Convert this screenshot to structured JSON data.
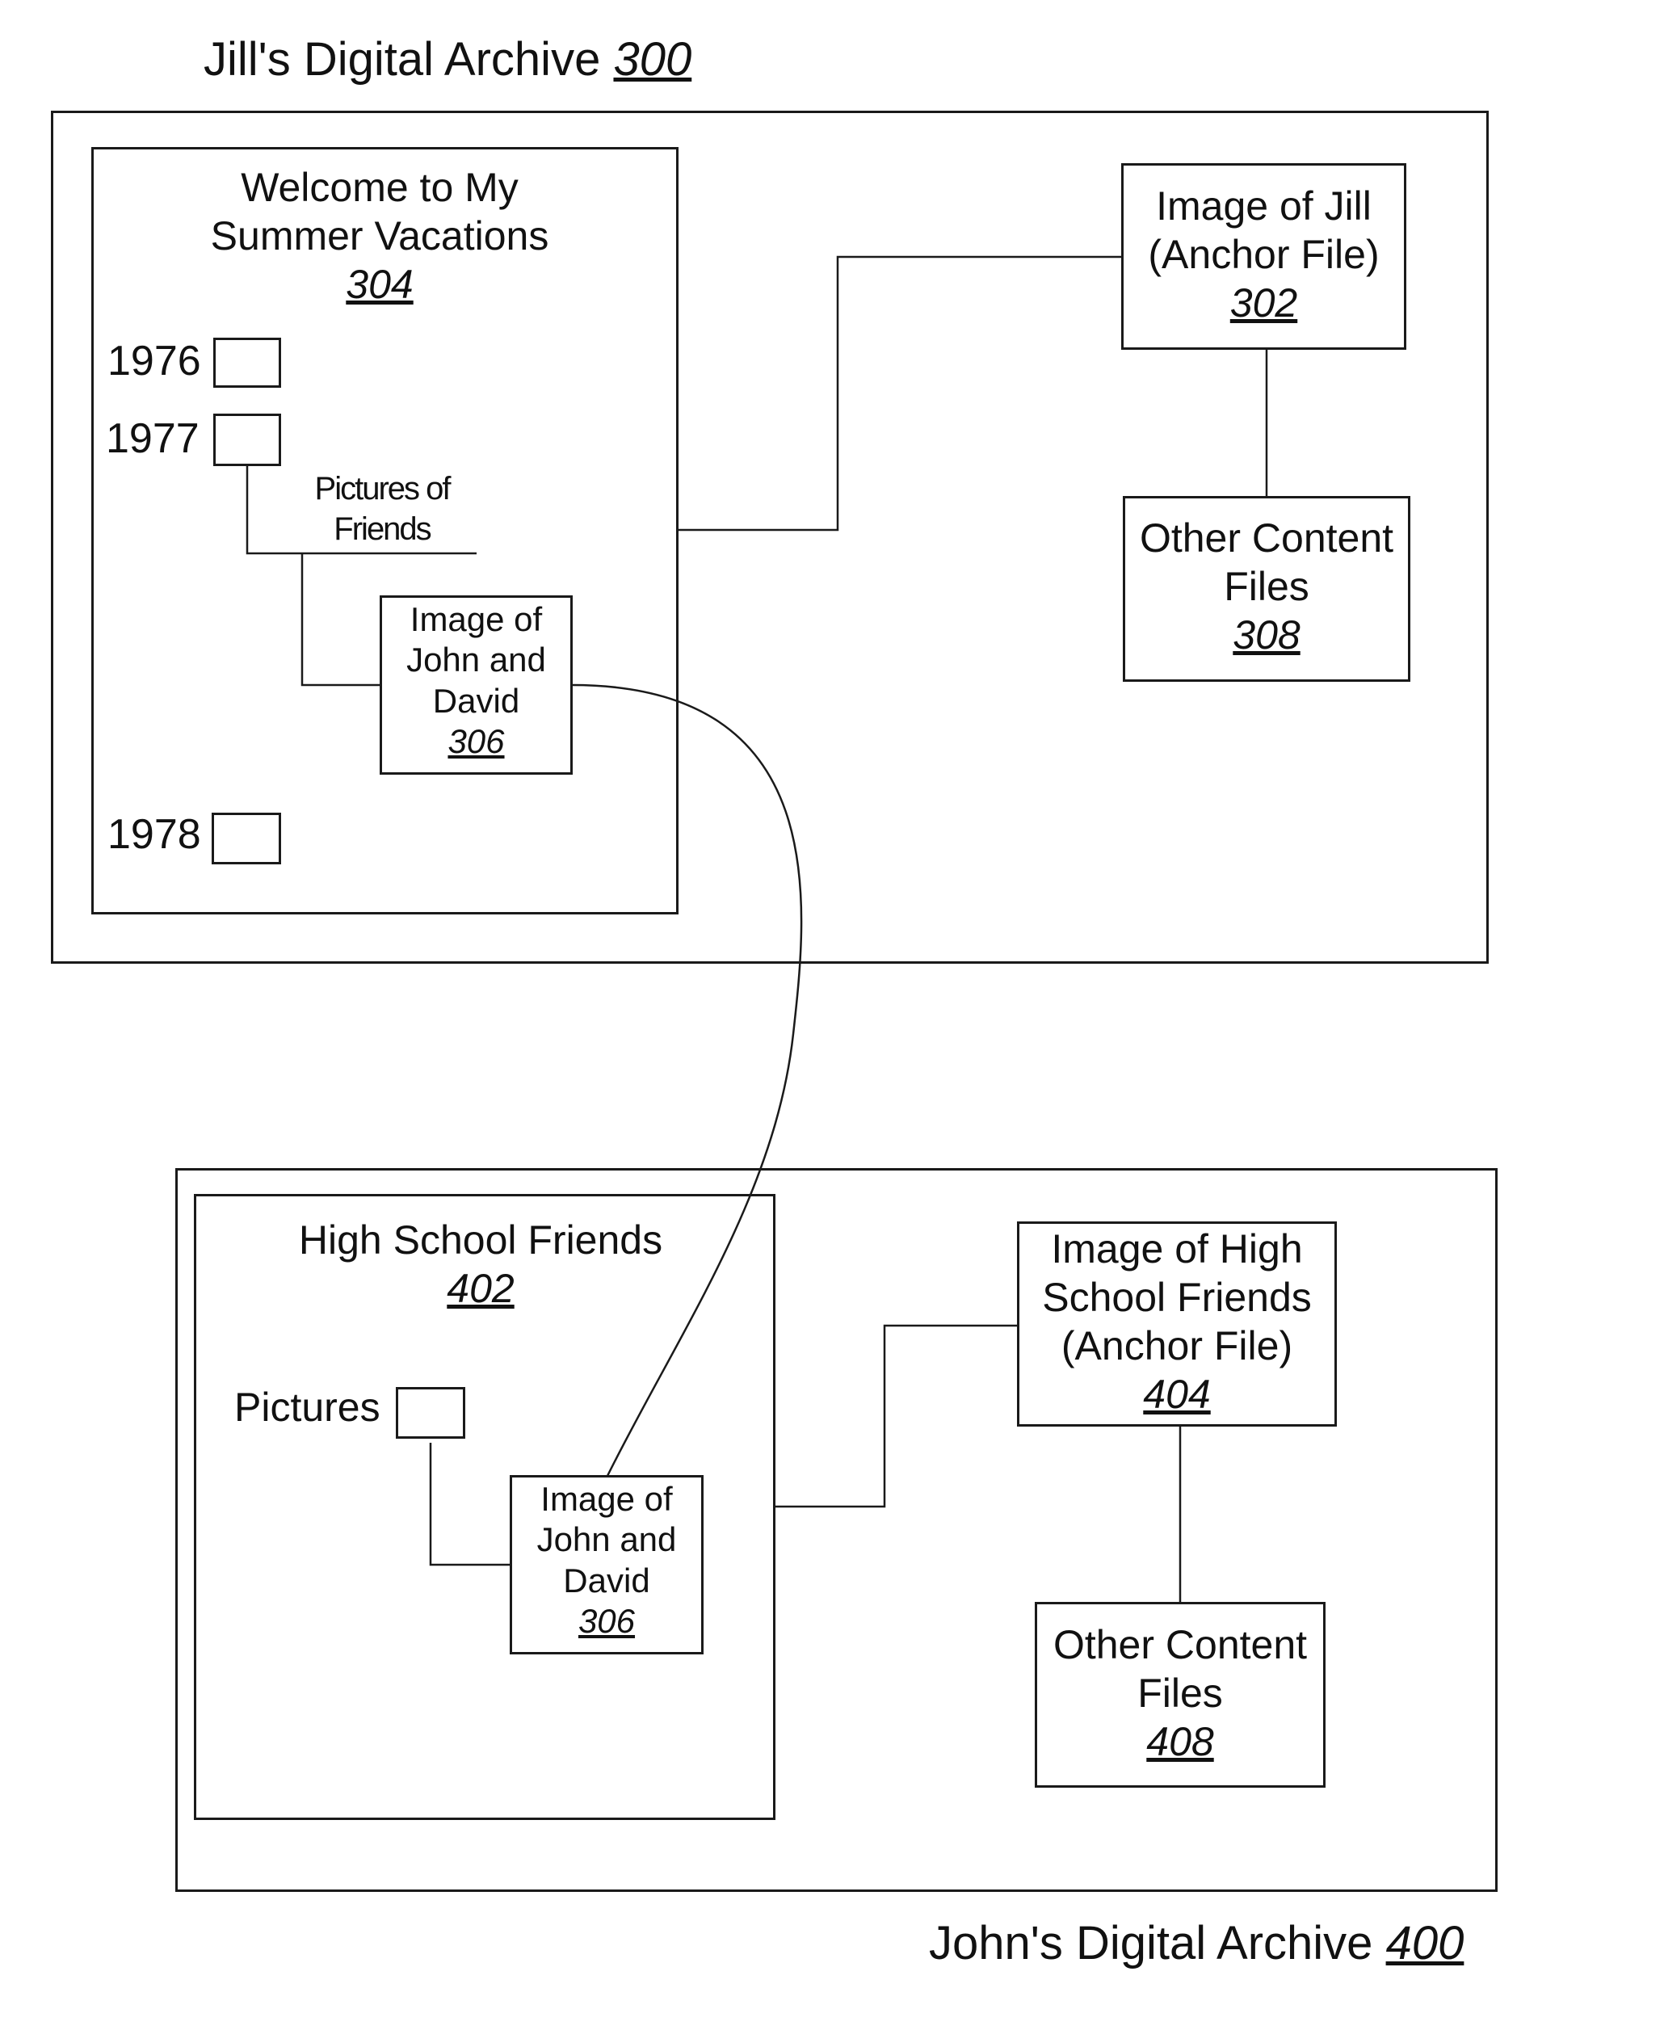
{
  "jill_archive": {
    "title": "Jill's Digital Archive",
    "ref": "300",
    "welcome_page": {
      "line1": "Welcome to My",
      "line2": "Summer Vacations",
      "ref": "304"
    },
    "years": [
      "1976",
      "1977",
      "1978"
    ],
    "pictures_of_friends": {
      "line1": "Pictures of",
      "line2": "Friends"
    },
    "image_john_david": {
      "line1": "Image of",
      "line2": "John and",
      "line3": "David",
      "ref": "306"
    },
    "anchor_file": {
      "line1": "Image of Jill",
      "line2": "(Anchor File)",
      "ref": "302"
    },
    "other_content": {
      "line1": "Other Content",
      "line2": "Files",
      "ref": "308"
    }
  },
  "john_archive": {
    "title": "John's Digital Archive",
    "ref": "400",
    "friends_page": {
      "line1": "High School Friends",
      "ref": "402"
    },
    "pictures_label": "Pictures",
    "image_john_david": {
      "line1": "Image of",
      "line2": "John and",
      "line3": "David",
      "ref": "306"
    },
    "anchor_file": {
      "line1": "Image of High",
      "line2": "School Friends",
      "line3": "(Anchor File)",
      "ref": "404"
    },
    "other_content": {
      "line1": "Other Content",
      "line2": "Files",
      "ref": "408"
    }
  }
}
